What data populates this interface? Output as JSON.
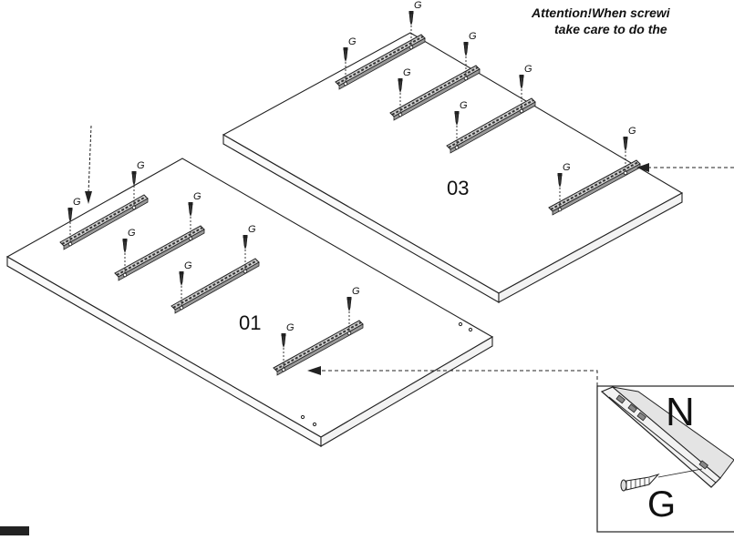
{
  "note": {
    "line1": "Attention!When screwi",
    "line2": "take care to do the"
  },
  "parts": {
    "panel_a": "03",
    "panel_b": "01"
  },
  "detail": {
    "rail_code": "N",
    "screw_code": "G"
  },
  "screw_label": "G"
}
